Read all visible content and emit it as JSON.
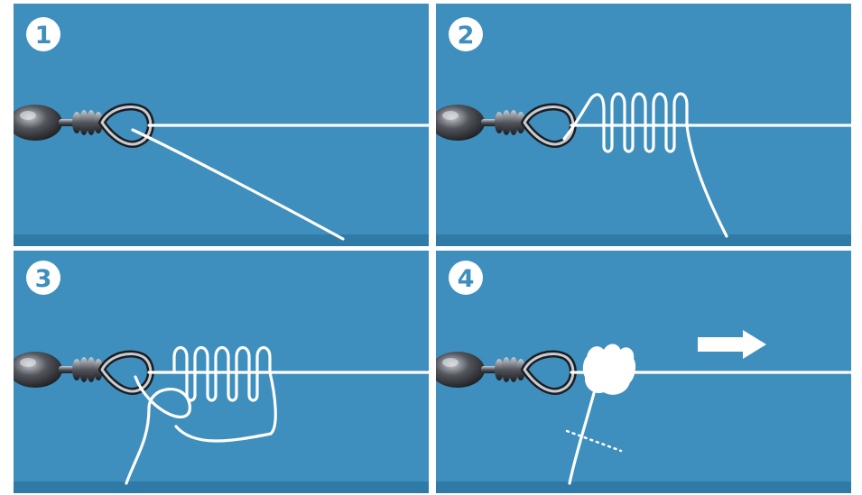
{
  "diagram": {
    "colors": {
      "panel_bg": "#3e8fbd",
      "panel_bottom_band": "#2f7aa6",
      "line": "#ffffff",
      "badge_fill": "#ffffff",
      "badge_text": "#3e8fbd",
      "swivel_dark": "#1c1d20",
      "swivel_mid": "#52555c",
      "swivel_light": "#c9ccd2"
    },
    "steps": [
      {
        "number": "1",
        "icon": "swivel-icon"
      },
      {
        "number": "2",
        "icon": "swivel-icon"
      },
      {
        "number": "3",
        "icon": "swivel-icon"
      },
      {
        "number": "4",
        "icon": "swivel-icon",
        "extra_icon": "arrow-right-icon"
      }
    ]
  }
}
